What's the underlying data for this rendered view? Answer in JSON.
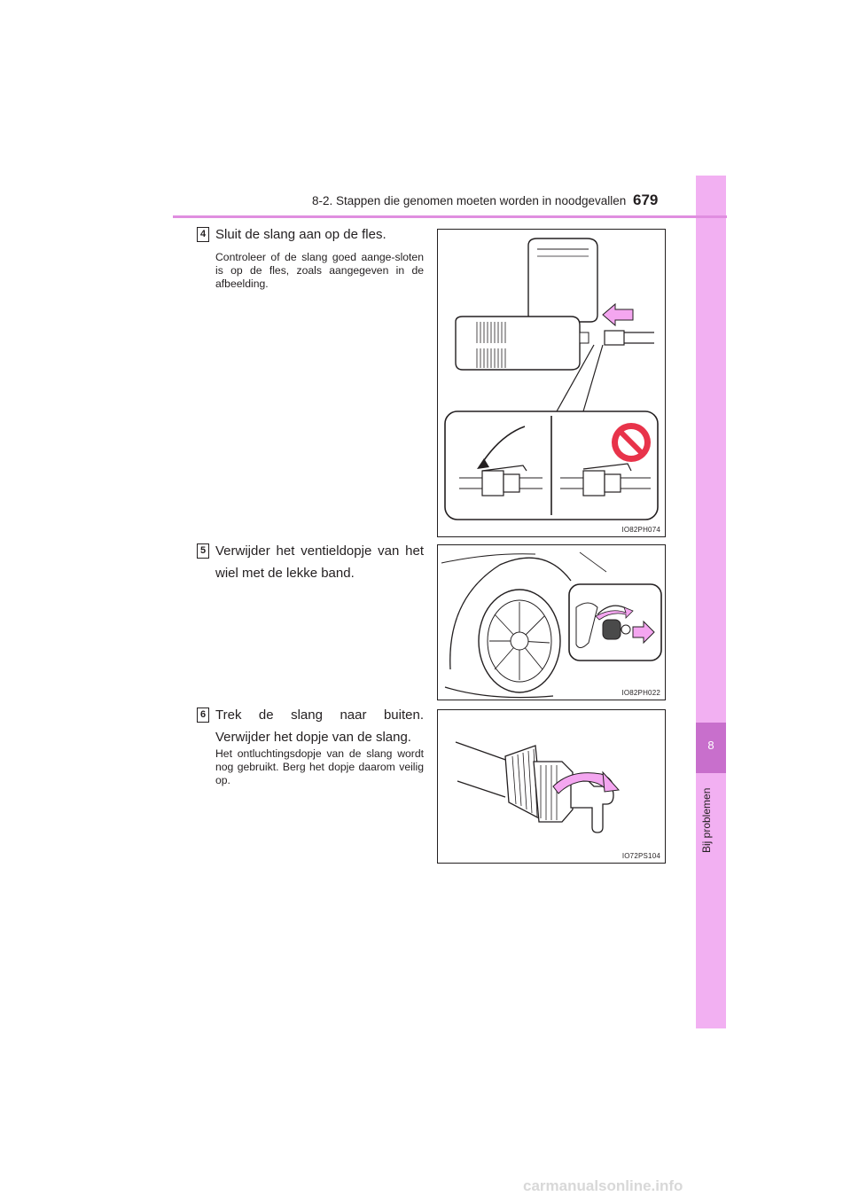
{
  "header": {
    "section": "8-2. Stappen die genomen moeten worden in noodgevallen",
    "page_number": "679"
  },
  "side_tab": {
    "chapter_number": "8",
    "chapter_label": "Bij problemen",
    "color": "#f2b0f2",
    "active_color": "#c86fcc"
  },
  "steps": [
    {
      "number": "4",
      "title": "Sluit de slang aan op de fles.",
      "note": "Controleer of de slang goed aange-sloten is op de fles, zoals aangegeven in de afbeelding.",
      "figure_code": "IO82PH074"
    },
    {
      "number": "5",
      "title": "Verwijder het ventieldopje van het wiel met de lekke band.",
      "note": "",
      "figure_code": "IO82PH022"
    },
    {
      "number": "6",
      "title": "Trek de slang naar buiten. Verwijder het dopje van de slang.",
      "note": "Het ontluchtingsdopje van de slang wordt nog gebruikt. Berg het dopje daarom veilig op.",
      "figure_code": "IO72PS104"
    }
  ],
  "watermark": "carmanualsonline.info",
  "colors": {
    "accent": "#e08ee0",
    "arrow_fill": "#f4a6f0",
    "prohibition_red": "#e8334a"
  }
}
